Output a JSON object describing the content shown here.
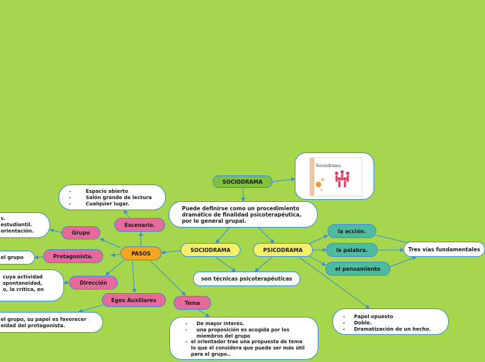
{
  "nodes": {
    "sociodrama_top": "SOCIODRAMA",
    "definition": "Puede definirse como un procedimiento dramático de finalidad psicoterapéutica, por lo general grupal.",
    "sociodrama": "SOCIODRAMA",
    "psicodrama": "PSICODRAMA",
    "tecnicas": "son técnicas psicoterapéuticas",
    "accion": "la acción.",
    "palabra": "la palabra.",
    "pensamiento": "el pensamiento",
    "tres_vias": "Tres vías fundamentales",
    "pasos": "PASOS",
    "escenario": "Escenario.",
    "grupo": "Grupo",
    "protagonista": "Protagonista.",
    "direccion": "Dirección",
    "egos": "Egos Auxiliares",
    "tema": "Tema"
  },
  "image_node": {
    "title": "Sociodrama"
  },
  "notes": {
    "escenario": [
      "Espacio abierto",
      "Salón grande de lectura",
      "Cualquier lugar."
    ],
    "grupo": [
      "s.",
      "estudiantil.",
      "orientación."
    ],
    "protagonista": [
      "el grupo"
    ],
    "direccion": [
      "cuya actividad",
      "spontaneidad,",
      "o, la crítica, en"
    ],
    "egos": [
      "el grupo, su papel es favorecer",
      "eidad del protagonista."
    ],
    "tema": [
      "De mayor interés.",
      "una proposición es acogida por los miembros del grupo",
      "el orientador trae una propuesta de tema lo que él considera que puede ser más útil para el grupo.."
    ],
    "psicodrama": [
      "Papel opuesto",
      "Doble.",
      "Dramatización de un hecho."
    ]
  },
  "colors": {
    "background": "#a5d64c",
    "connector": "#3b8dd6",
    "yellow": "#f7ef6a",
    "green": "#7fc03f",
    "orange": "#f7a51c",
    "pink": "#e66a9b",
    "teal": "#4cbb9e"
  },
  "icons": [
    "image-thumbnail",
    "people-icon"
  ]
}
